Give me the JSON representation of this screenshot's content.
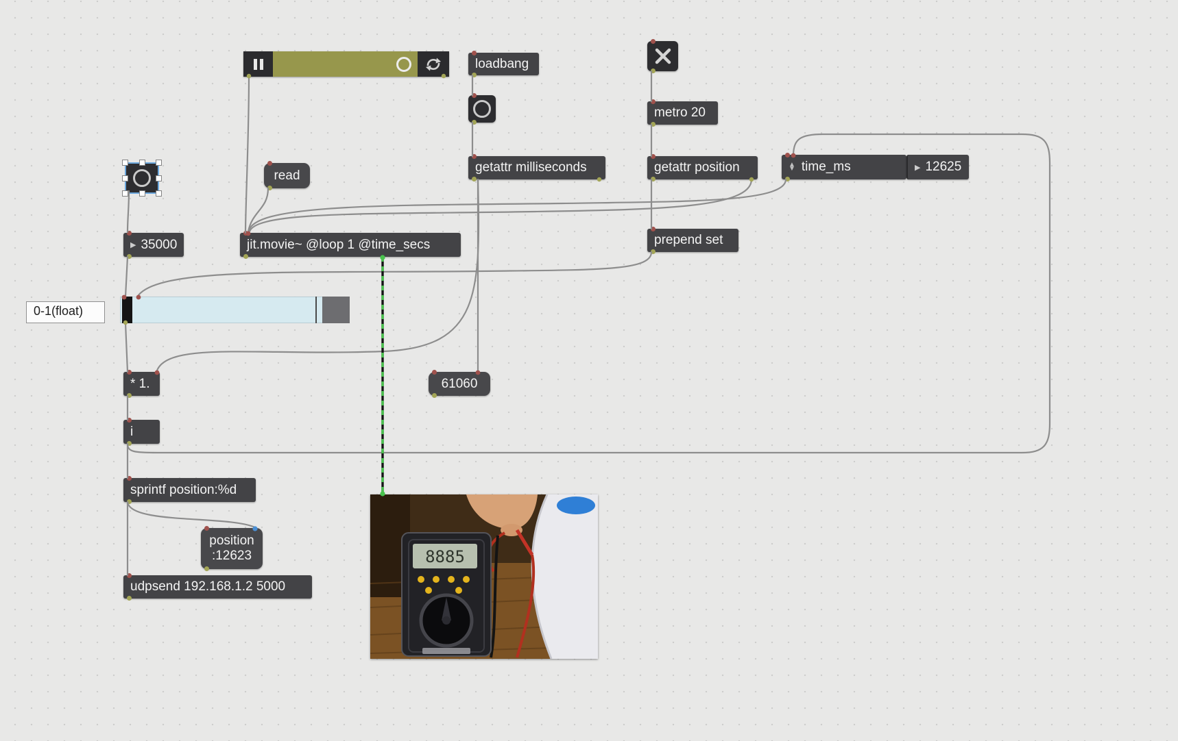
{
  "patch": {
    "comment": "0-1(float)",
    "objects": {
      "loadbang": "loadbang",
      "metro": "metro 20",
      "getattr_milliseconds": "getattr milliseconds",
      "getattr_position": "getattr position",
      "prepend_set": "prepend set",
      "jit_movie": "jit.movie~ @loop 1 @time_secs",
      "multiply": "* 1.",
      "int": "i",
      "sprintf": "sprintf position:%d",
      "udpsend": "udpsend 192.168.1.2 5000"
    },
    "messages": {
      "read": "read",
      "position_line1": "position",
      "position_line2": ":12623"
    },
    "numbers": {
      "duration": "35000",
      "milliseconds": "61060",
      "time_ms_value": "12625"
    },
    "attrui_label": "time_ms",
    "video": {
      "lcd": "8885"
    }
  }
}
